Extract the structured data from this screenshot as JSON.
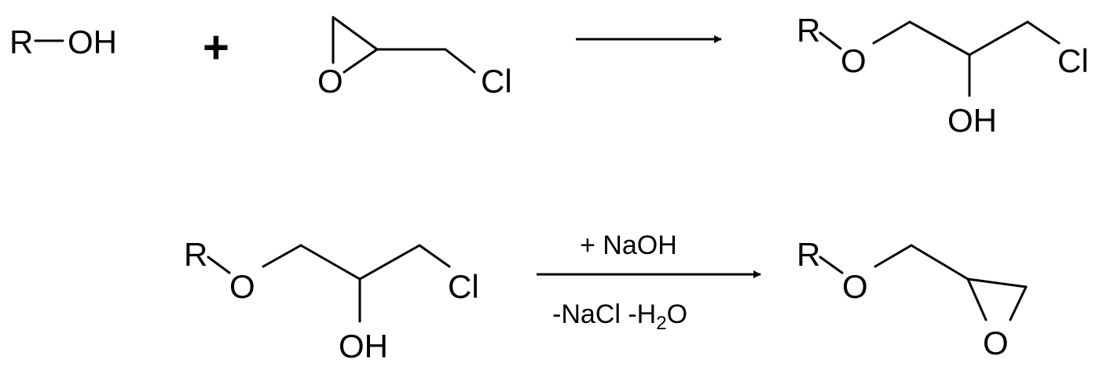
{
  "reaction1": {
    "reactant1": {
      "r": "R",
      "oh": "OH"
    },
    "plus": "+",
    "reactant2": {
      "o": "O",
      "cl": "Cl"
    },
    "product": {
      "r": "R",
      "o": "O",
      "cl": "Cl",
      "oh": "OH"
    }
  },
  "reaction2": {
    "reactant": {
      "r": "R",
      "o": "O",
      "cl": "Cl",
      "oh": "OH"
    },
    "conditions": {
      "above": "+ NaOH",
      "below_prefix": "-NaCl -H",
      "below_subscript": "2",
      "below_suffix": "O"
    },
    "product": {
      "r": "R",
      "o": "O",
      "epoxide_o": "O"
    }
  }
}
